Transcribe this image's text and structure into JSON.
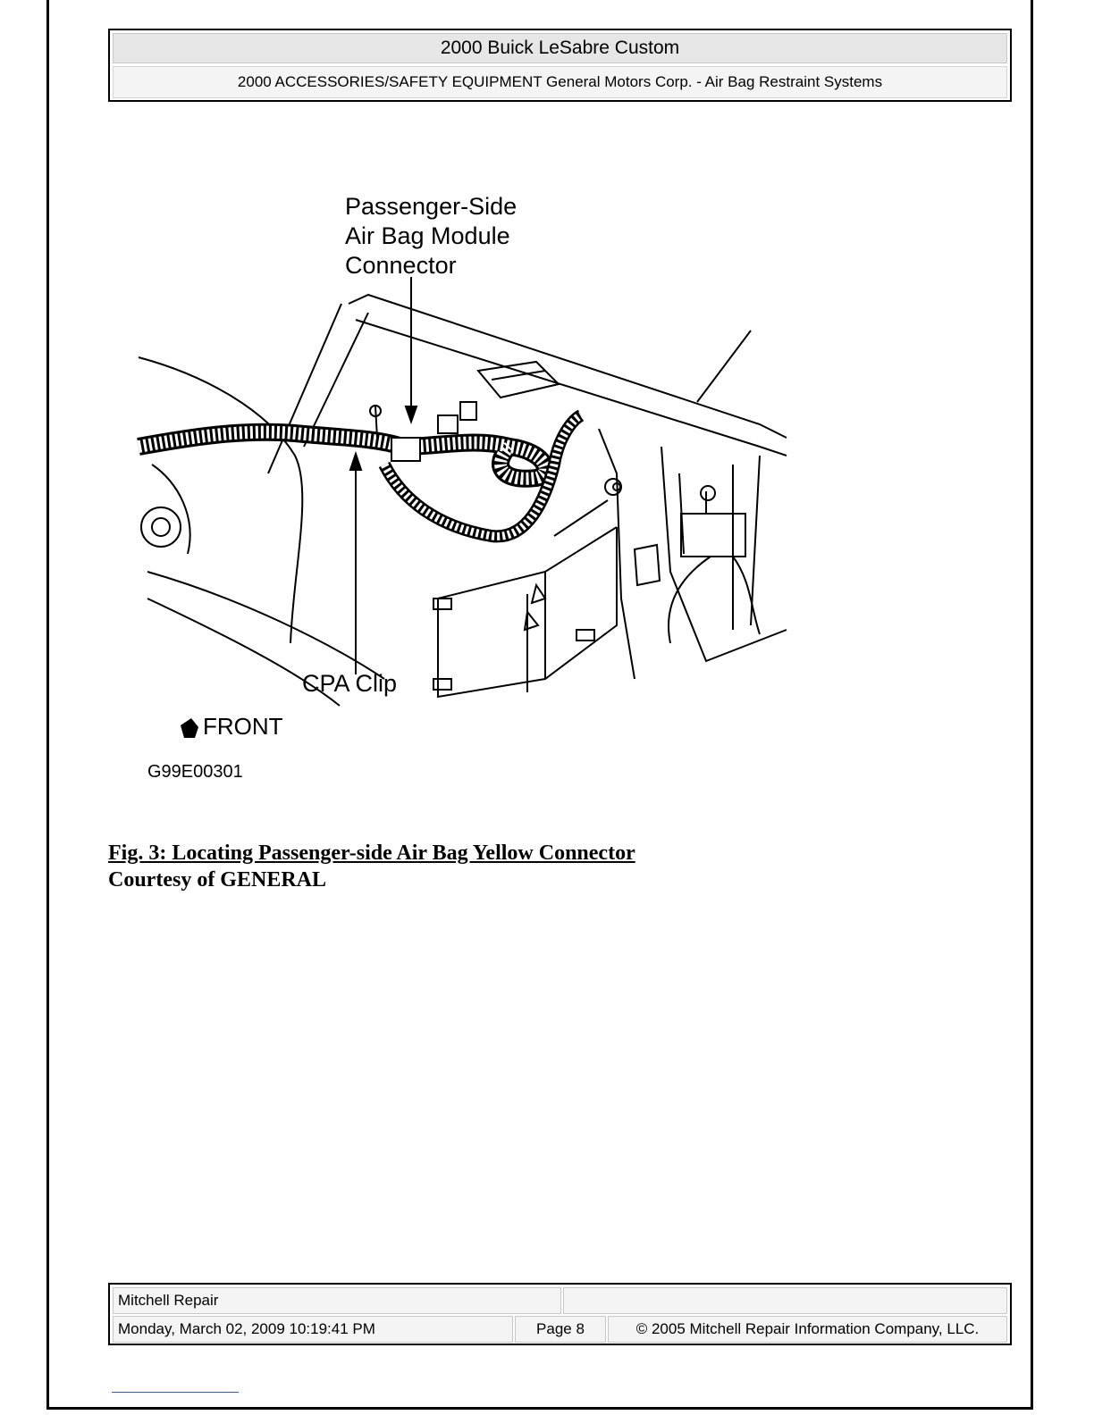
{
  "header": {
    "title": "2000 Buick LeSabre Custom",
    "subtitle": "2000 ACCESSORIES/SAFETY EQUIPMENT General Motors Corp. - Air Bag Restraint Systems"
  },
  "figure": {
    "callout_connector_line1": "Passenger-Side",
    "callout_connector_line2": "Air Bag Module",
    "callout_connector_line3": "Connector",
    "callout_clip": "CPA Clip",
    "front_label": "FRONT",
    "code": "G99E00301"
  },
  "caption": {
    "figure_title": "Fig. 3: Locating Passenger-side Air Bag Yellow Connector",
    "courtesy": "Courtesy of GENERAL"
  },
  "footer": {
    "company": "Mitchell Repair",
    "datetime": "Monday, March 02, 2009 10:19:41 PM",
    "page": "Page 8",
    "copyright": "© 2005 Mitchell Repair Information Company, LLC."
  }
}
